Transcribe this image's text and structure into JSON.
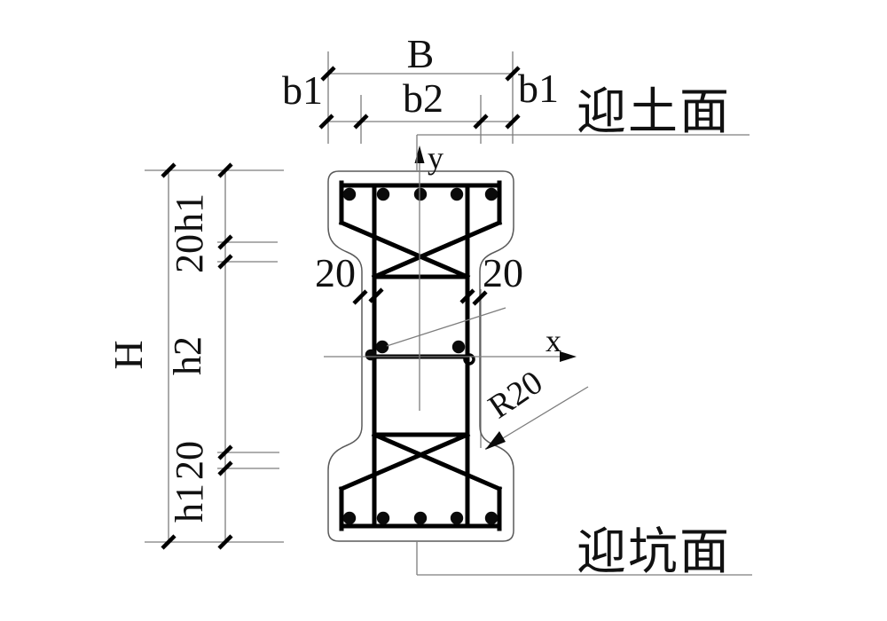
{
  "drawing": {
    "kind": "structural cross-section diagram",
    "section_shape": "I-shaped (dumbbell) concrete pile cross-section with reinforcement cage",
    "faces": {
      "top_face_label": "迎土面",
      "bottom_face_label": "迎坑面"
    },
    "axes": {
      "horizontal": "x",
      "vertical": "y"
    },
    "dimensions": {
      "width_total": "B",
      "width_side_left": "b1",
      "width_middle": "b2",
      "width_side_right": "b1",
      "height_total": "H",
      "height_segments_top_to_bottom": [
        "h1",
        "20",
        "h2",
        "20",
        "h1"
      ],
      "cover_left": "20",
      "cover_right": "20",
      "fillet_radius": "R20"
    },
    "rebar": {
      "top_row_count": 5,
      "bottom_row_count": 5,
      "mid_row_count": 2
    }
  }
}
